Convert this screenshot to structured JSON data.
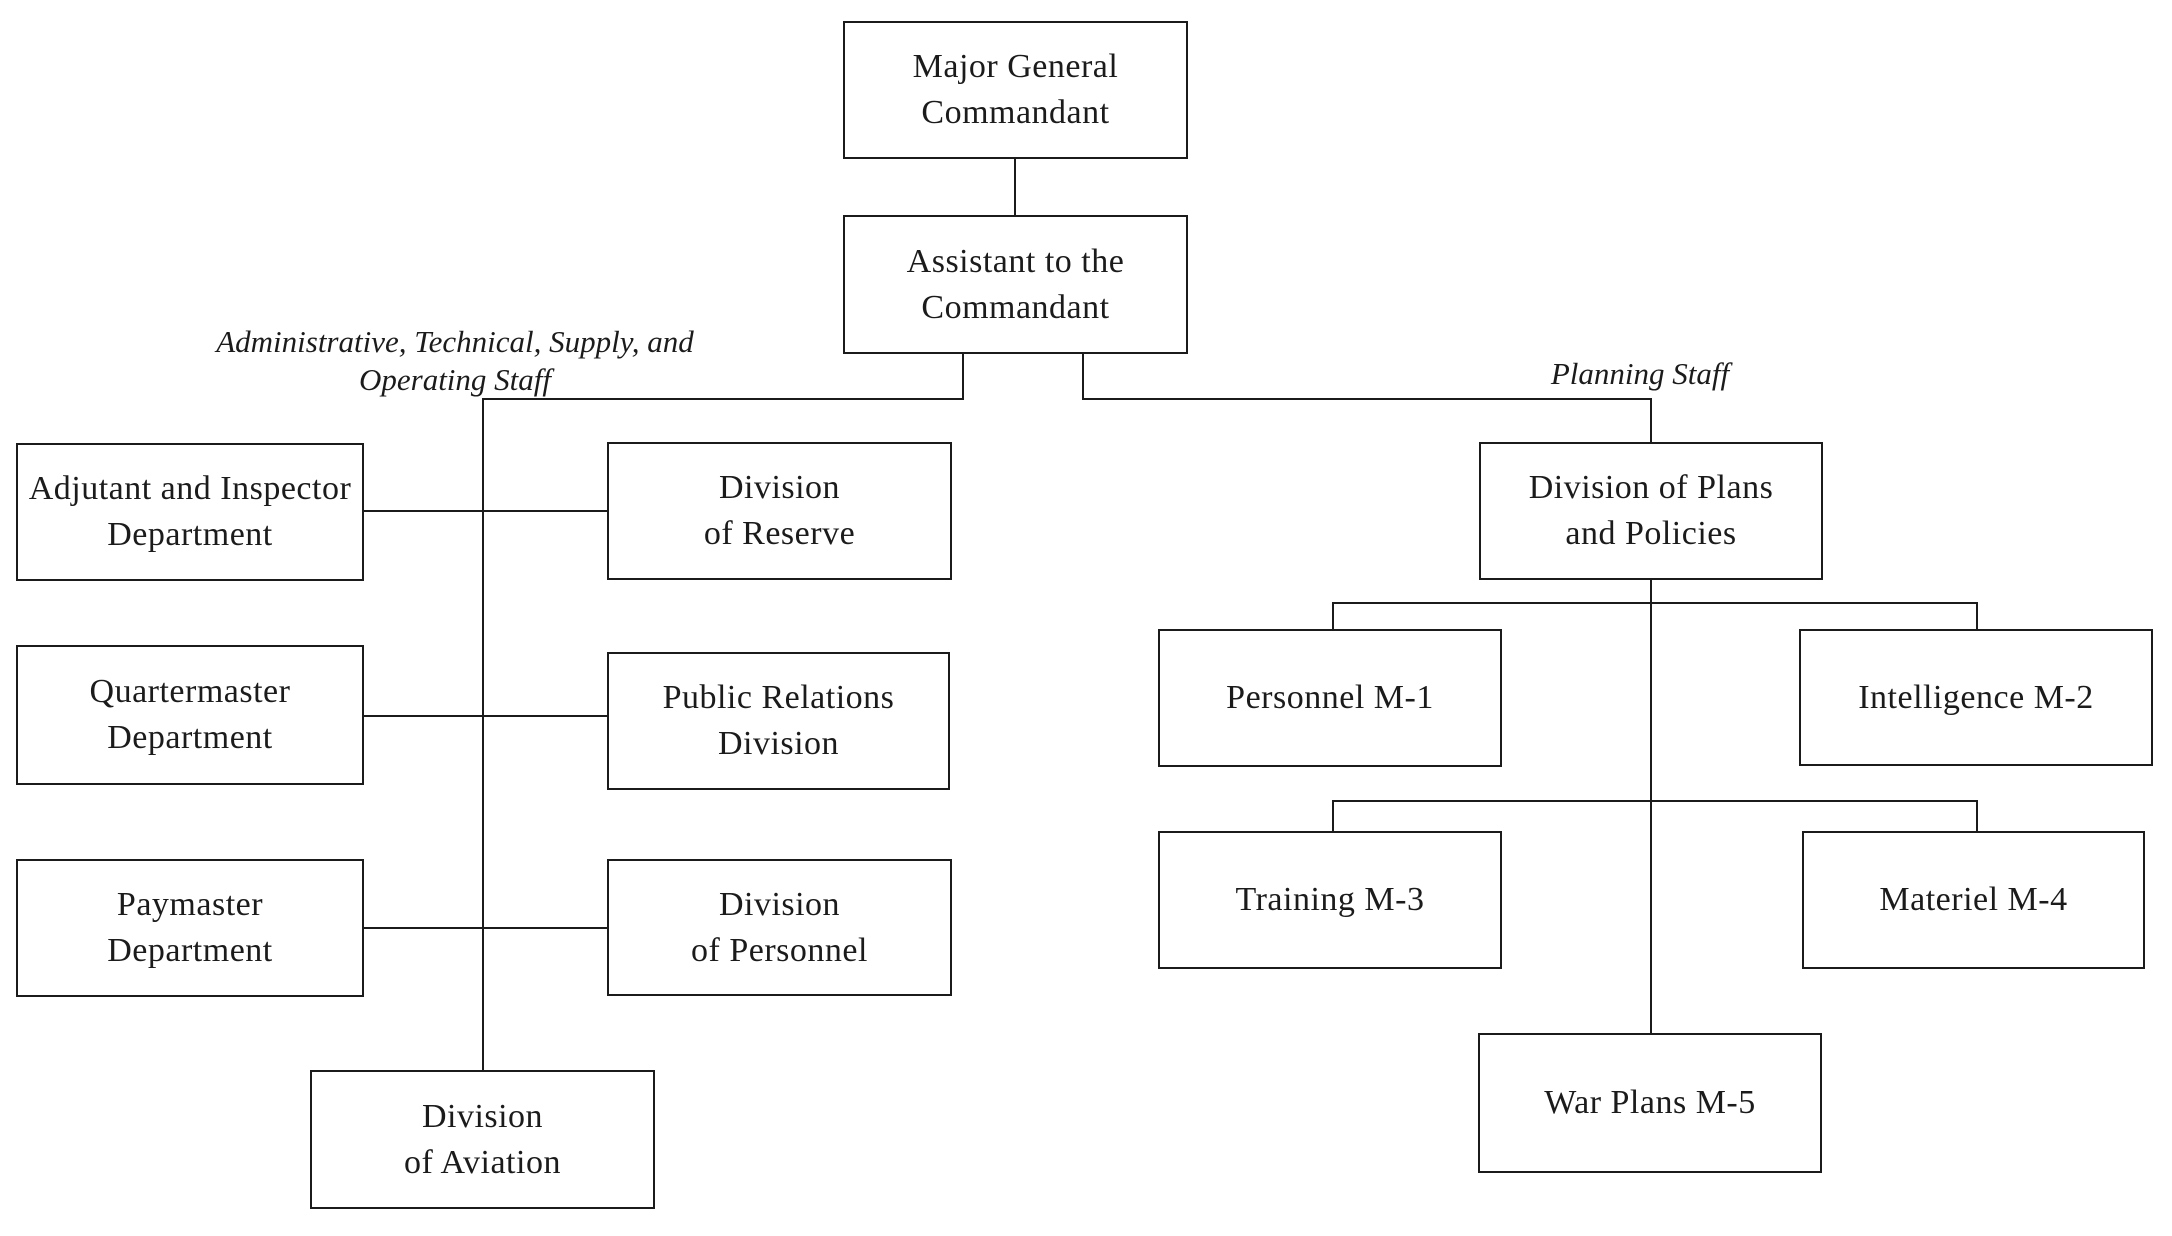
{
  "diagram": {
    "type": "org-chart",
    "background_color": "#ffffff",
    "line_color": "#1b1b1b",
    "text_color": "#1b1b1b",
    "nodes": [
      {
        "id": "major-general-commandant",
        "lines": [
          "Major General",
          "Commandant"
        ]
      },
      {
        "id": "assistant-to-the-commandant",
        "lines": [
          "Assistant to the",
          "Commandant"
        ],
        "reports_to": "major-general-commandant"
      },
      {
        "id": "adjutant-and-inspector-department",
        "lines": [
          "Adjutant and Inspector",
          "Department"
        ],
        "group": "administrative-technical-supply-operating-staff"
      },
      {
        "id": "division-of-reserve",
        "lines": [
          "Division",
          "of Reserve"
        ],
        "group": "administrative-technical-supply-operating-staff"
      },
      {
        "id": "quartermaster-department",
        "lines": [
          "Quartermaster",
          "Department"
        ],
        "group": "administrative-technical-supply-operating-staff"
      },
      {
        "id": "public-relations-division",
        "lines": [
          "Public Relations",
          "Division"
        ],
        "group": "administrative-technical-supply-operating-staff"
      },
      {
        "id": "paymaster-department",
        "lines": [
          "Paymaster",
          "Department"
        ],
        "group": "administrative-technical-supply-operating-staff"
      },
      {
        "id": "division-of-personnel",
        "lines": [
          "Division",
          "of Personnel"
        ],
        "group": "administrative-technical-supply-operating-staff"
      },
      {
        "id": "division-of-aviation",
        "lines": [
          "Division",
          "of Aviation"
        ],
        "group": "administrative-technical-supply-operating-staff"
      },
      {
        "id": "division-of-plans-and-policies",
        "lines": [
          "Division of Plans",
          "and Policies"
        ],
        "group": "planning-staff"
      },
      {
        "id": "personnel-m1",
        "lines": [
          "Personnel M-1"
        ],
        "reports_to": "division-of-plans-and-policies"
      },
      {
        "id": "intelligence-m2",
        "lines": [
          "Intelligence M-2"
        ],
        "reports_to": "division-of-plans-and-policies"
      },
      {
        "id": "training-m3",
        "lines": [
          "Training M-3"
        ],
        "reports_to": "division-of-plans-and-policies"
      },
      {
        "id": "materiel-m4",
        "lines": [
          "Materiel M-4"
        ],
        "reports_to": "division-of-plans-and-policies"
      },
      {
        "id": "war-plans-m5",
        "lines": [
          "War Plans M-5"
        ],
        "reports_to": "division-of-plans-and-policies"
      }
    ],
    "annotations": [
      {
        "id": "administrative-staff-label",
        "lines": [
          "Administrative, Technical, Supply, and",
          "Operating Staff"
        ]
      },
      {
        "id": "planning-staff-label",
        "lines": [
          "Planning Staff"
        ]
      }
    ]
  }
}
